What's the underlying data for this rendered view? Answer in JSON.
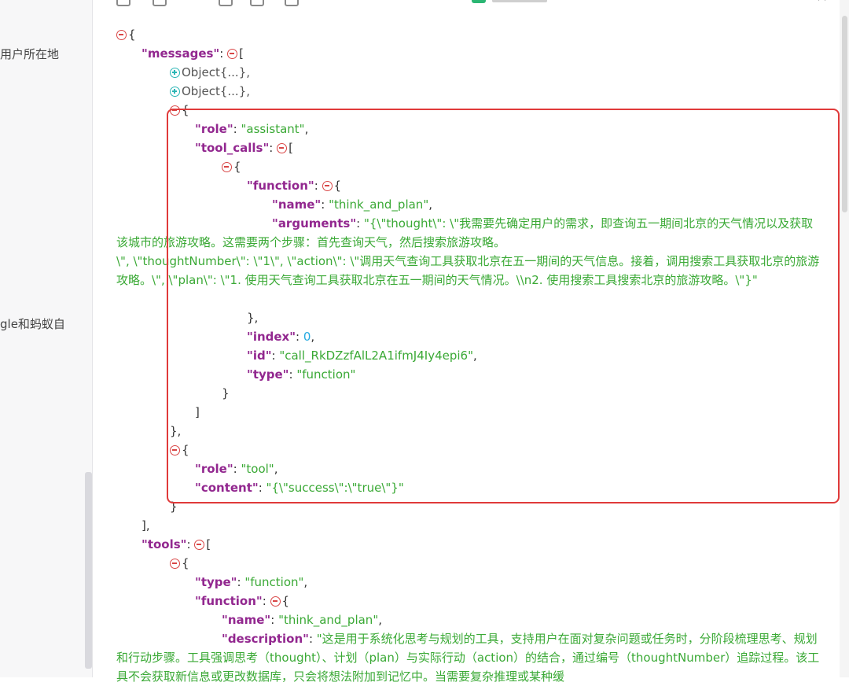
{
  "sidebar": {
    "items": [
      {
        "label": "用户所在地"
      },
      {
        "label": "gle和蚂蚁自"
      }
    ]
  },
  "json_viewer": {
    "l1": {
      "text": "{"
    },
    "l2": {
      "key": "\"messages\"",
      "colon": ": ",
      "text": "["
    },
    "l3": {
      "text": "Object{...},"
    },
    "l4": {
      "text": "Object{...},"
    },
    "l5": {
      "text": "{"
    },
    "l6": {
      "key": "\"role\"",
      "colon": ": ",
      "value": "\"assistant\"",
      "tail": ","
    },
    "l7": {
      "key": "\"tool_calls\"",
      "colon": ": ",
      "text": "["
    },
    "l8": {
      "text": "{"
    },
    "l9": {
      "key": "\"function\"",
      "colon": ": ",
      "text": "{"
    },
    "l10": {
      "key": "\"name\"",
      "colon": ": ",
      "value": "\"think_and_plan\"",
      "tail": ","
    },
    "l11": {
      "key": "\"arguments\"",
      "colon": ": ",
      "value_a": "\"{\\\"thought\\\": \\\"我需要先确定用户的需求，即查询五一期间北京的天气情况以及获取该城市的旅游攻略。这需要两个步骤：首先查询天气，然后搜索旅游攻略。",
      "value_b": "\\\", \\\"thoughtNumber\\\": \\\"1\\\", \\\"action\\\": \\\"调用天气查询工具获取北京在五一期间的天气信息。接着，调用搜索工具获取北京的旅游攻略。\\\", \\\"plan\\\": \\\"1. 使用天气查询工具获取北京在五一期间的天气情况。\\\\n2. 使用搜索工具搜索北京的旅游攻略。\\\"}\""
    },
    "l12": {
      "text": "},"
    },
    "l13": {
      "key": "\"index\"",
      "colon": ": ",
      "value": "0",
      "tail": ","
    },
    "l14": {
      "key": "\"id\"",
      "colon": ": ",
      "value": "\"call_RkDZzfAlL2A1ifmJ4Iy4epi6\"",
      "tail": ","
    },
    "l15": {
      "key": "\"type\"",
      "colon": ": ",
      "value": "\"function\""
    },
    "l16": {
      "text": "}"
    },
    "l17": {
      "text": "]"
    },
    "l18": {
      "text": "},"
    },
    "l19": {
      "text": "{"
    },
    "l20": {
      "key": "\"role\"",
      "colon": ": ",
      "value": "\"tool\"",
      "tail": ","
    },
    "l21": {
      "key": "\"content\"",
      "colon": ": ",
      "value": "\"{\\\"success\\\":\\\"true\\\"}\""
    },
    "l22": {
      "text": "}"
    },
    "l23": {
      "text": "],"
    },
    "l24": {
      "key": "\"tools\"",
      "colon": ": ",
      "text": "["
    },
    "l25": {
      "text": "{"
    },
    "l26": {
      "key": "\"type\"",
      "colon": ": ",
      "value": "\"function\"",
      "tail": ","
    },
    "l27": {
      "key": "\"function\"",
      "colon": ": ",
      "text": "{"
    },
    "l28": {
      "key": "\"name\"",
      "colon": ": ",
      "value": "\"think_and_plan\"",
      "tail": ","
    },
    "l29": {
      "key": "\"description\"",
      "colon": ": ",
      "value": "\"这是用于系统化思考与规划的工具，支持用户在面对复杂问题或任务时，分阶段梳理思考、规划和行动步骤。工具强调思考（thought）、计划（plan）与实际行动（action）的结合，通过编号（thoughtNumber）追踪过程。该工具不会获取新信息或更改数据库，只会将想法附加到记忆中。当需要复杂推理或某种缓"
    }
  },
  "colors": {
    "key": "#92278f",
    "string": "#3aa935",
    "number": "#25aae1",
    "collapse_toggle": "#d94545",
    "expand_toggle": "#2bb5b5",
    "highlight_box": "#e03a3a"
  },
  "icons": [
    "collapse-icon",
    "expand-icon",
    "close-icon"
  ]
}
